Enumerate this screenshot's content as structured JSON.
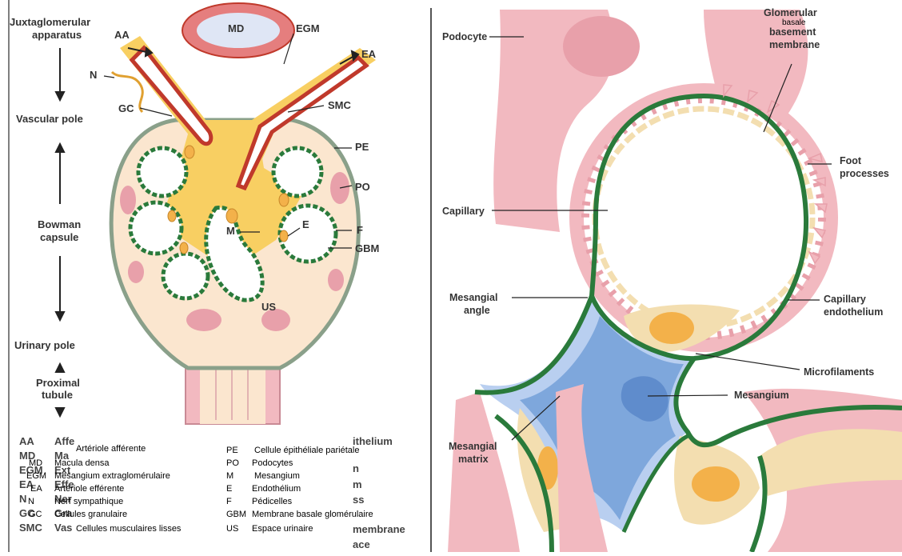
{
  "colors": {
    "podocyte": "#f2b9c0",
    "podocyte_dark": "#e8a0aa",
    "capillary_space": "#ffffff",
    "gbm_green": "#2a7a3b",
    "mesangium_blue": "#7ea7dc",
    "mesangium_light": "#b9cff0",
    "endothelium_tan": "#f3deb0",
    "nucleus_orange": "#f3b14a",
    "bowman_cream": "#fbe6cf",
    "vessel_red": "#c0392b",
    "yellow_mesangium": "#f8cf62"
  },
  "left_labels": {
    "juxta": "Juxtaglomerular",
    "juxta2": "apparatus",
    "aa": "AA",
    "md": "MD",
    "egm": "EGM",
    "ea": "EA",
    "n": "N",
    "gc": "GC",
    "smc": "SMC",
    "vascular_pole": "Vascular pole",
    "pe": "PE",
    "po": "PO",
    "bowman": "Bowman",
    "capsule": "capsule",
    "m": "M",
    "e": "E",
    "f": "F",
    "gbm": "GBM",
    "us": "US",
    "urinary_pole": "Urinary pole",
    "proximal": "Proximal",
    "tubule": "tubule"
  },
  "legend_left": [
    {
      "abbr": "AA",
      "text": "Artériole afférente"
    },
    {
      "abbr": "MD",
      "text": "Macula densa"
    },
    {
      "abbr": "EGM",
      "text": "Mesangium extraglomérulaire"
    },
    {
      "abbr": "EA",
      "text": "Artériole efférente"
    },
    {
      "abbr": "N",
      "text": "Nerf sympathique"
    },
    {
      "abbr": "GC",
      "text": "Cellules granulaire"
    },
    {
      "abbr": "SMC",
      "text": "Cellules musculaires lisses"
    }
  ],
  "legend_right": [
    {
      "abbr": "PE",
      "text": "Cellule épithéliale pariétale"
    },
    {
      "abbr": "PO",
      "text": "Podocytes"
    },
    {
      "abbr": "M",
      "text": "Mesangium"
    },
    {
      "abbr": "E",
      "text": "Endothélium"
    },
    {
      "abbr": "F",
      "text": "Pédicelles"
    },
    {
      "abbr": "GBM",
      "text": "Membrane basale glomérulaire"
    },
    {
      "abbr": "US",
      "text": "Espace urinaire"
    }
  ],
  "legend_ghost": {
    "aa": "AA",
    "md": "MD",
    "egm": "EGM",
    "ea": "EA",
    "n": "N",
    "gc": "GC",
    "smc": "SMC",
    "aff": "Affe",
    "ma": "Ma",
    "ext": "Ext",
    "eff": "Effe",
    "ner": "Ner",
    "gra": "Gra",
    "vas": "Vas",
    "ithelium": "ithelium",
    "n2": "n",
    "m2": "m",
    "ss": "ss",
    "membrane": "membrane",
    "ace": "ace"
  },
  "right_labels": {
    "podocyte": "Podocyte",
    "glomerular": "Glomerular",
    "basement": "basement",
    "basale": "basale",
    "membrane": "membrane",
    "foot": "Foot",
    "processes": "processes",
    "capillary": "Capillary",
    "mesangial": "Mesangial",
    "angle": "angle",
    "capillary2": "Capillary",
    "endothelium": "endothelium",
    "microfilaments": "Microfilaments",
    "mesangium": "Mesangium",
    "mesangial2": "Mesangial",
    "matrix": "matrix"
  }
}
